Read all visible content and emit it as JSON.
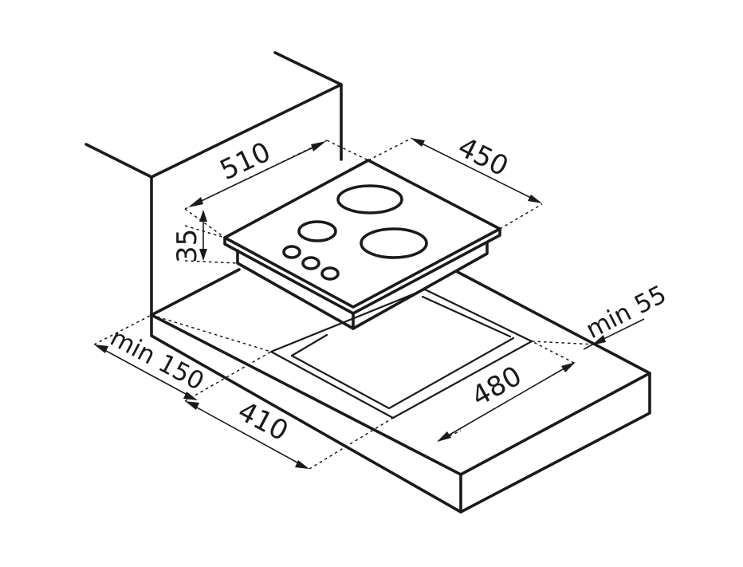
{
  "dimensions": {
    "width_label": "510",
    "depth_label": "450",
    "height_label": "35",
    "cutout_depth_label": "480",
    "cutout_width_label": "410",
    "min_front_label": "min 150",
    "min_back_label": "min 55"
  }
}
